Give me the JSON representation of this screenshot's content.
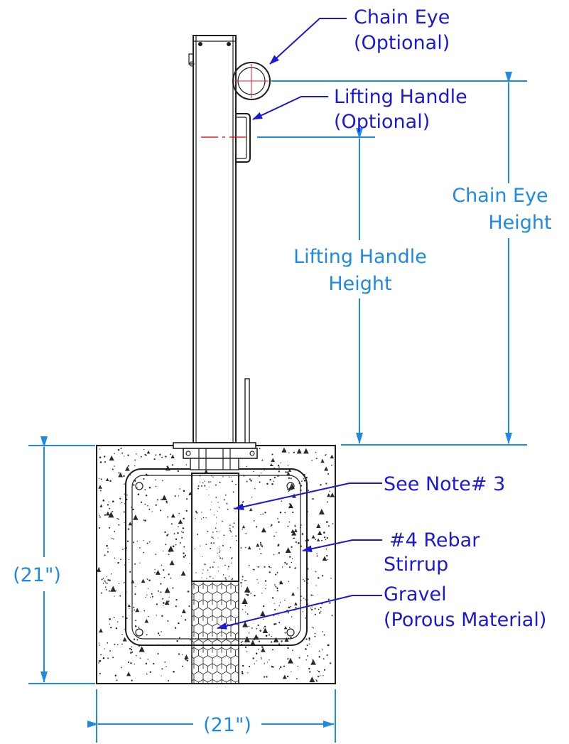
{
  "colors": {
    "leader_label": "#1a1ad6",
    "dimension": "#1f8ae6",
    "outline": "#1e1e1e",
    "centerline": "#e02020"
  },
  "callouts": {
    "chain_eye": [
      "Chain Eye",
      "(Optional)"
    ],
    "lifting_handle": [
      "Lifting Handle",
      "(Optional)"
    ],
    "see_note": [
      "See Note# 3"
    ],
    "rebar": [
      "#4 Rebar",
      "Stirrup"
    ],
    "gravel": [
      "Gravel",
      "(Porous Material)"
    ]
  },
  "dimensions": {
    "chain_eye_height": [
      "Chain Eye",
      "Height"
    ],
    "lifting_handle_height": [
      "Lifting Handle",
      "Height"
    ],
    "footing_height": "(21\")",
    "footing_width": "(21\")"
  }
}
